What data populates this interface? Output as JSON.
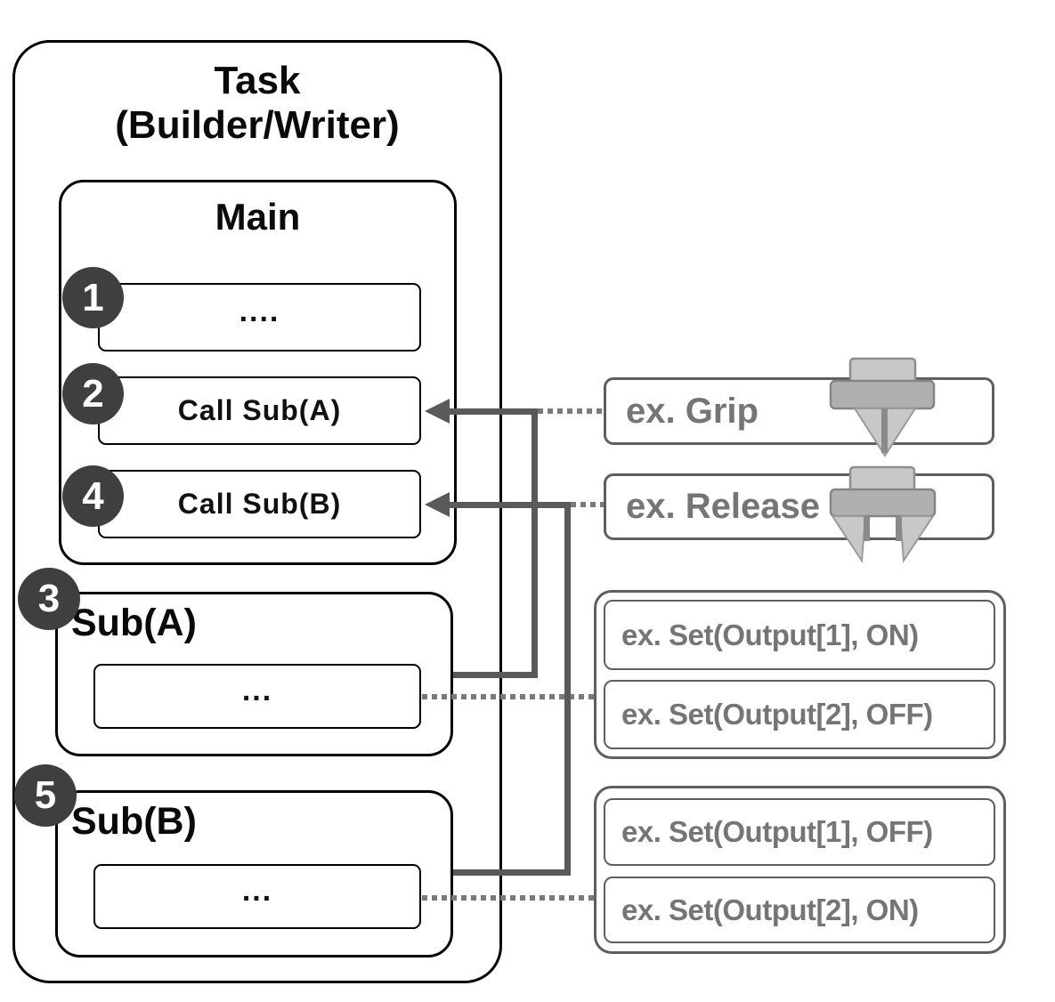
{
  "task": {
    "title_line1": "Task",
    "title_line2": "(Builder/Writer)",
    "main": {
      "label": "Main",
      "steps": [
        {
          "badge": "1",
          "label": "...."
        },
        {
          "badge": "2",
          "label": "Call Sub(A)"
        },
        {
          "badge": "4",
          "label": "Call Sub(B)"
        }
      ]
    },
    "subs": [
      {
        "badge": "3",
        "label": "Sub(A)",
        "body": "..."
      },
      {
        "badge": "5",
        "label": "Sub(B)",
        "body": "..."
      }
    ]
  },
  "examples": {
    "grip": {
      "label": "ex. Grip",
      "icon": "gripper-closed-icon"
    },
    "release": {
      "label": "ex. Release",
      "icon": "gripper-open-icon"
    },
    "set_group_a": {
      "items": [
        {
          "label": "ex. Set(Output[1], ON)"
        },
        {
          "label": "ex. Set(Output[2], OFF)"
        }
      ]
    },
    "set_group_b": {
      "items": [
        {
          "label": "ex. Set(Output[1], OFF)"
        },
        {
          "label": "ex. Set(Output[2], ON)"
        }
      ]
    }
  },
  "colors": {
    "box_border_black": "#000000",
    "connector_gray": "#5a5a5a",
    "dotted_gray": "#7a7a7a",
    "example_border_gray": "#5f5f5f",
    "example_text_gray": "#757575",
    "badge_fill": "#3f3f3f",
    "badge_text": "#ffffff",
    "gripper_light": "#c8c8c8",
    "gripper_mid": "#b0b0b0"
  }
}
